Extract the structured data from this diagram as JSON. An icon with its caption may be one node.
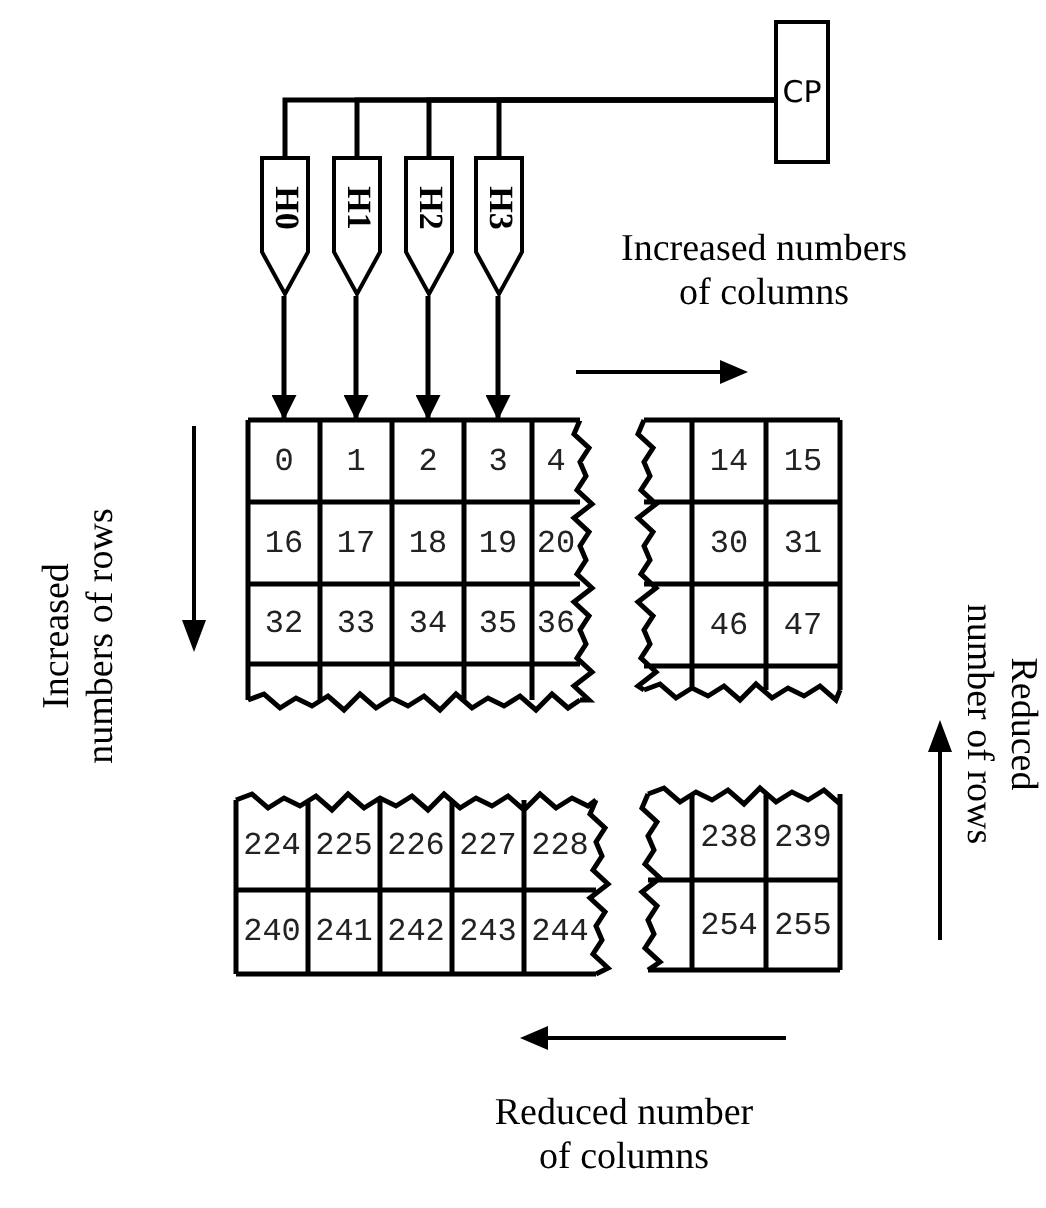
{
  "diagram": {
    "nodes": [
      {
        "text": [
          "CP"
        ]
      },
      {
        "text": [
          "H0"
        ]
      },
      {
        "text": [
          "H1"
        ]
      },
      {
        "text": [
          "H2"
        ]
      },
      {
        "text": [
          "H3"
        ]
      },
      {
        "text": [
          "0"
        ]
      },
      {
        "text": [
          "1"
        ]
      },
      {
        "text": [
          "2"
        ]
      },
      {
        "text": [
          "3"
        ]
      }
    ],
    "edges": [
      {
        "from": 0,
        "to": 1,
        "arrow": "none"
      },
      {
        "from": 0,
        "to": 2,
        "arrow": "none"
      },
      {
        "from": 0,
        "to": 3,
        "arrow": "none"
      },
      {
        "from": 0,
        "to": 4,
        "arrow": "none"
      },
      {
        "from": 1,
        "to": 5,
        "arrow": "to"
      },
      {
        "from": 2,
        "to": 6,
        "arrow": "to"
      },
      {
        "from": 3,
        "to": 7,
        "arrow": "to"
      },
      {
        "from": 4,
        "to": 8,
        "arrow": "to"
      }
    ],
    "labels": [
      "Increased numbers of columns",
      "Increased numbers of rows",
      "4",
      "14",
      "15",
      "16",
      "17",
      "18",
      "19",
      "20",
      "30",
      "31",
      "32",
      "33",
      "34",
      "35",
      "36",
      "46",
      "47",
      "Reduced number of rows",
      "224",
      "225",
      "226",
      "227",
      "228",
      "238",
      "239",
      "240",
      "241",
      "242",
      "243",
      "244",
      "254",
      "255",
      "Reduced number of columns"
    ]
  }
}
